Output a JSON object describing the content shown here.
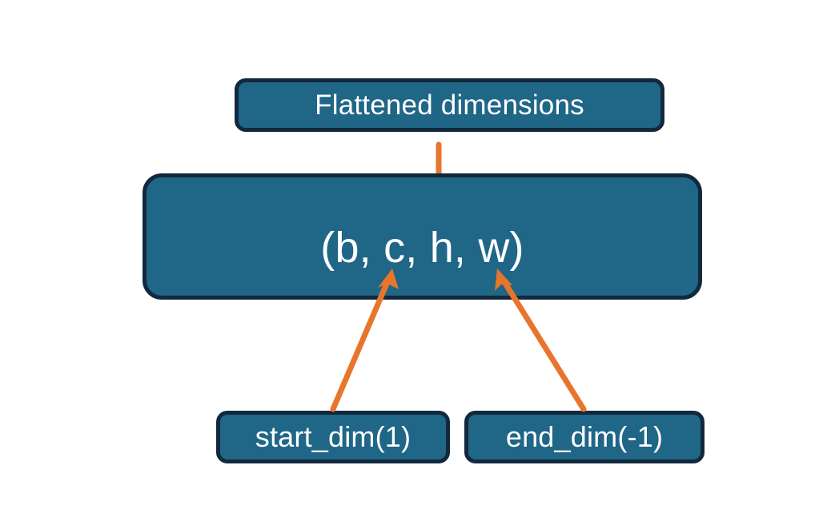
{
  "diagram": {
    "title_node": {
      "label": "Flattened dimensions",
      "name": "flattened-dimensions-box"
    },
    "shape_node": {
      "label": "(b, c, h, w)",
      "name": "tensor-shape-box"
    },
    "argument_nodes": [
      {
        "label": "start_dim(1)",
        "name": "start-dim-box"
      },
      {
        "label": "end_dim(-1)",
        "name": "end-dim-box"
      }
    ],
    "connectors": [
      {
        "name": "flattened-range-brace",
        "kind": "curly-brace",
        "from": "flattened-dimensions-box",
        "to": "tensor-shape-box",
        "spans": "c, h, w"
      },
      {
        "name": "start-dim-arrow",
        "kind": "arrow",
        "from": "start-dim-box",
        "to": "tensor-shape-box",
        "points_at": "c"
      },
      {
        "name": "end-dim-arrow",
        "kind": "arrow",
        "from": "end-dim-box",
        "to": "tensor-shape-box",
        "points_at": "w"
      }
    ],
    "colors": {
      "box_fill": "#1f6687",
      "box_border": "#12293d",
      "box_text": "#ffffff",
      "connector": "#e8752c",
      "background": "#ffffff"
    }
  }
}
